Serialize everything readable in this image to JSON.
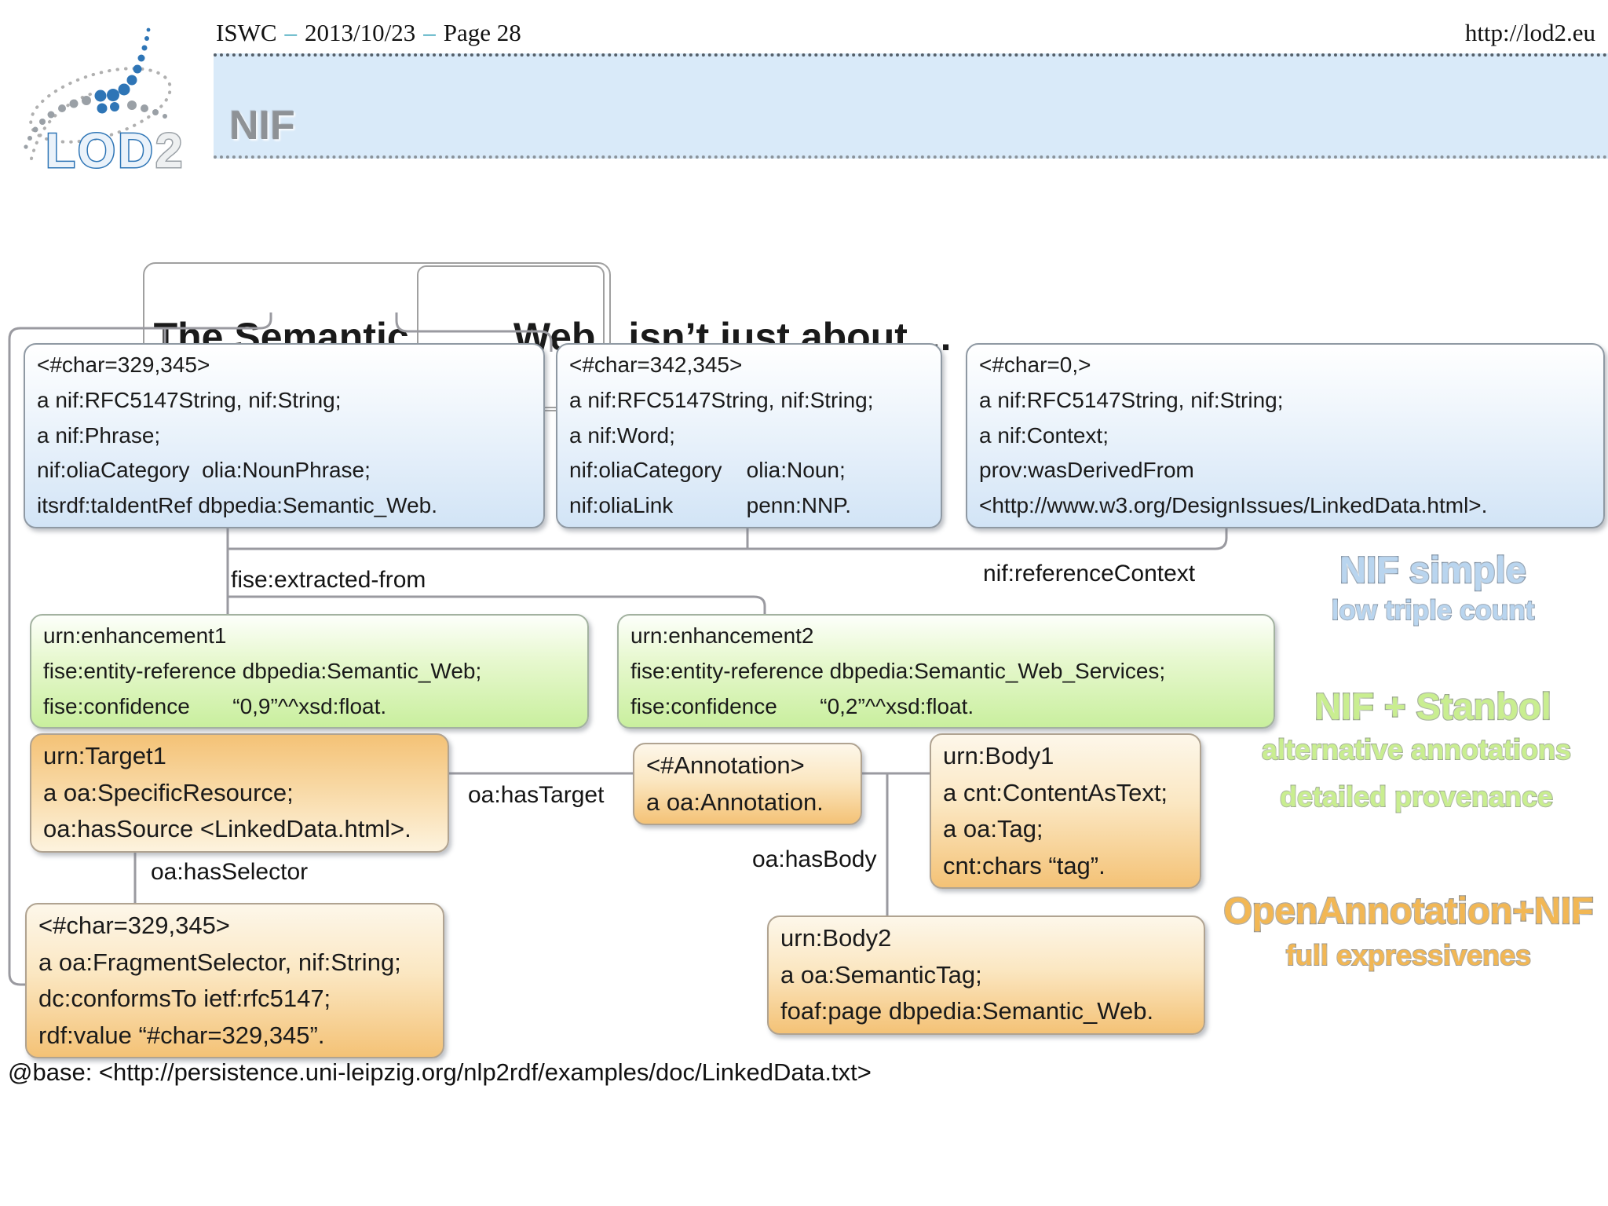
{
  "header": {
    "conference": "ISWC",
    "dash": "–",
    "date": "2013/10/23",
    "page": "Page 28",
    "site": "http://lod2.eu"
  },
  "logo": {
    "text_blue": "LOD",
    "text_gray": "2"
  },
  "banner": {
    "title": "NIF"
  },
  "sentence": {
    "prefix": "... ",
    "phrase": "The Semantic",
    "word": "Web",
    "suffix": " isn’t just about ..."
  },
  "boxes": {
    "phrase": {
      "title": "<#char=329,345>",
      "lines": [
        "a nif:RFC5147String, nif:String;",
        "a nif:Phrase;",
        "nif:oliaCategory  olia:NounPhrase;",
        "itsrdf:taIdentRef dbpedia:Semantic_Web."
      ]
    },
    "word": {
      "title": "<#char=342,345>",
      "lines": [
        "a nif:RFC5147String, nif:String;",
        "a nif:Word;",
        "nif:oliaCategory    olia:Noun;",
        "nif:oliaLink            penn:NNP."
      ]
    },
    "context": {
      "title": "<#char=0,>",
      "lines": [
        "a nif:RFC5147String, nif:String;",
        "a nif:Context;",
        "prov:wasDerivedFrom",
        "<http://www.w3.org/DesignIssues/LinkedData.html>."
      ]
    },
    "enhancement1": {
      "title": "urn:enhancement1",
      "lines": [
        "fise:entity-reference dbpedia:Semantic_Web;",
        "fise:confidence       “0,9”^^xsd:float."
      ]
    },
    "enhancement2": {
      "title": "urn:enhancement2",
      "lines": [
        "fise:entity-reference dbpedia:Semantic_Web_Services;",
        "fise:confidence       “0,2”^^xsd:float."
      ]
    },
    "target1": {
      "title": "urn:Target1",
      "lines": [
        "a oa:SpecificResource;",
        "oa:hasSource <LinkedData.html>."
      ]
    },
    "annotation": {
      "title": "<#Annotation>",
      "lines": [
        "a oa:Annotation."
      ]
    },
    "body1": {
      "title": "urn:Body1",
      "lines": [
        "a cnt:ContentAsText;",
        "a oa:Tag;",
        "cnt:chars “tag”."
      ]
    },
    "selector": {
      "title": "<#char=329,345>",
      "lines": [
        "a oa:FragmentSelector, nif:String;",
        "dc:conformsTo ietf:rfc5147;",
        "rdf:value “#char=329,345”."
      ]
    },
    "body2": {
      "title": "urn:Body2",
      "lines": [
        "a oa:SemanticTag;",
        "foaf:page dbpedia:Semantic_Web."
      ]
    }
  },
  "edge_labels": {
    "extracted_from": "fise:extracted-from",
    "reference_context": "nif:referenceContext",
    "has_target": "oa:hasTarget",
    "has_selector": "oa:hasSelector",
    "has_body": "oa:hasBody"
  },
  "callouts": {
    "nif_simple": {
      "title": "NIF simple",
      "subtitle": "low triple count"
    },
    "stanbol": {
      "title": "NIF + Stanbol",
      "line1": "alternative annotations",
      "line2": "detailed provenance"
    },
    "open_annotation": {
      "title": "OpenAnnotation+NIF",
      "subtitle": "full expressivenes"
    }
  },
  "footer": {
    "base": "@base: <http://persistence.uni-leipzig.org/nlp2rdf/examples/doc/LinkedData.txt>"
  },
  "colors": {
    "banner_bg": "#d9eaf9",
    "teal": "#2a9db5",
    "line": "#9a9aa0",
    "blue_box": "#d2e4f6",
    "green_box": "#c9ef9e",
    "orange_box": "#f4c276",
    "wordart_blue_fill": "#b9d5ef",
    "wordart_blue_stroke": "#64798f",
    "wordart_green_fill": "#c9ee90",
    "wordart_green_stroke": "#7d8f6b",
    "wordart_orange_fill": "#f2b754",
    "wordart_orange_stroke": "#80796a",
    "logo_blue": "#2e75b6",
    "logo_gray": "#9aa0a6",
    "nif_title": "#8e9296"
  }
}
